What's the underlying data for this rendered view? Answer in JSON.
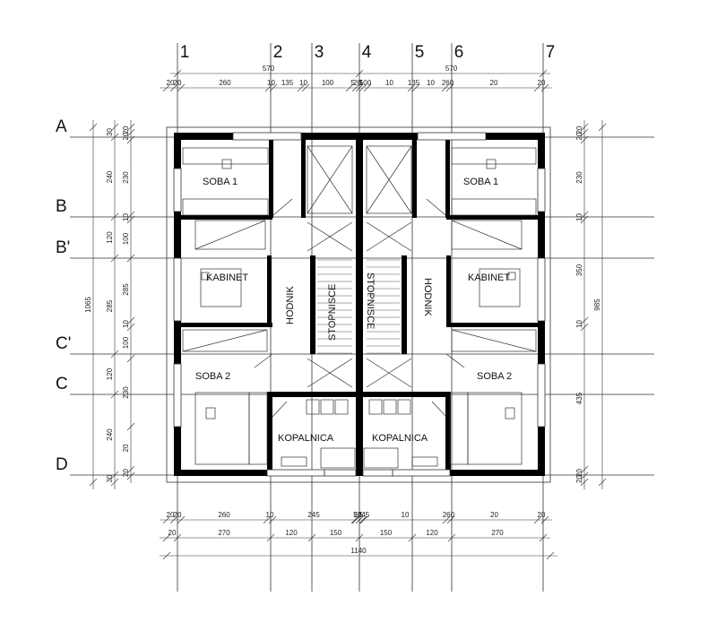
{
  "grid": {
    "columns": [
      "1",
      "2",
      "3",
      "4",
      "5",
      "6",
      "7"
    ],
    "rows": [
      "A",
      "B",
      "B'",
      "C'",
      "C",
      "D"
    ]
  },
  "dims": {
    "top_total": [
      "570",
      "570"
    ],
    "top_detail": [
      "20",
      "20",
      "260",
      "10",
      "135",
      "10",
      "100",
      "5",
      "20",
      "5",
      "100",
      "10",
      "135",
      "10",
      "260",
      "20",
      "20"
    ],
    "left_outer": "1065",
    "left_mid": [
      "30",
      "240",
      "120",
      "285",
      "120",
      "240",
      "30"
    ],
    "left_inner": [
      "20",
      "20",
      "230",
      "10",
      "100",
      "285",
      "10",
      "100",
      "230",
      "20",
      "20"
    ],
    "right_mid": [
      "20",
      "20",
      "230",
      "10",
      "350",
      "10",
      "435",
      "20",
      "20"
    ],
    "right_outer": "985",
    "bottom_detail": [
      "20",
      "20",
      "260",
      "10",
      "245",
      "5",
      "20",
      "5",
      "245",
      "10",
      "260",
      "20",
      "20"
    ],
    "bottom_mid": [
      "20",
      "270",
      "120",
      "150",
      "150",
      "120",
      "270"
    ],
    "bottom_total": "1140"
  },
  "rooms": {
    "soba1_left": "SOBA 1",
    "soba1_right": "SOBA 1",
    "kabinet_left": "KABINET",
    "kabinet_right": "KABINET",
    "soba2_left": "SOBA 2",
    "soba2_right": "SOBA 2",
    "hodnik_left": "HODNIK",
    "hodnik_right": "HODNIK",
    "stopnisce_left": "STOPNISCE",
    "stopnisce_right": "STOPNISCE",
    "kopalnica_left": "KOPALNICA",
    "kopalnica_right": "KOPALNICA"
  }
}
